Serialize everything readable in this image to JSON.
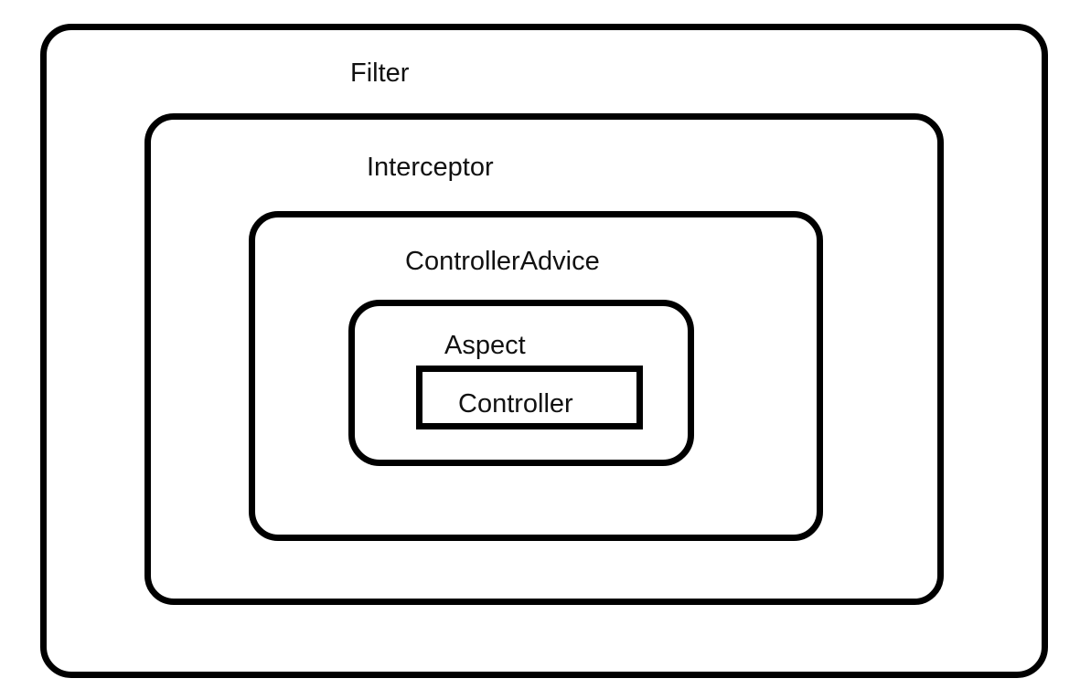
{
  "diagram": {
    "layers": [
      {
        "id": "filter",
        "label": "Filter"
      },
      {
        "id": "interceptor",
        "label": "Interceptor"
      },
      {
        "id": "controller_advice",
        "label": "ControllerAdvice"
      },
      {
        "id": "aspect",
        "label": "Aspect"
      },
      {
        "id": "controller",
        "label": "Controller"
      }
    ],
    "colors": {
      "stroke": "#000000",
      "background": "#ffffff",
      "text": "#111111"
    }
  }
}
